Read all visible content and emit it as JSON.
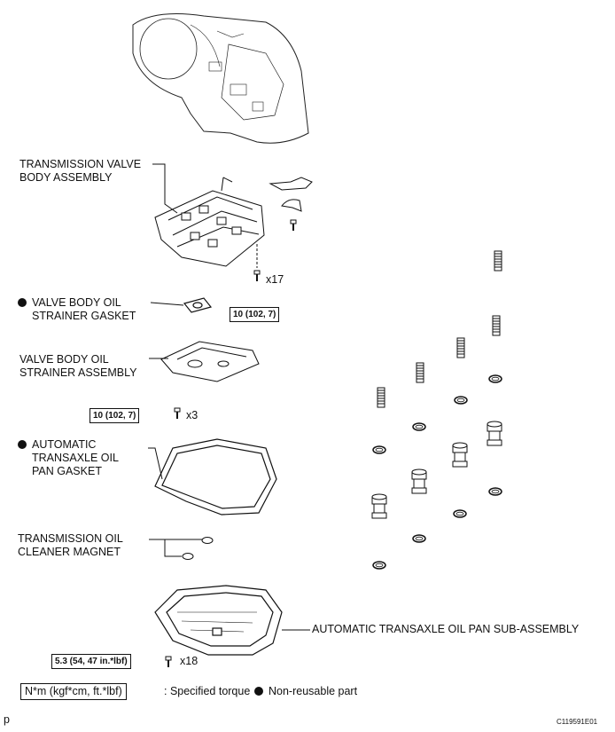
{
  "labels": {
    "valve_body": [
      "TRANSMISSION VALVE",
      "BODY ASSEMBLY"
    ],
    "strainer_gasket": [
      "VALVE BODY OIL",
      "STRAINER GASKET"
    ],
    "strainer_assembly": [
      "VALVE BODY OIL",
      "STRAINER ASSEMBLY"
    ],
    "pan_gasket": [
      "AUTOMATIC",
      "TRANSAXLE OIL",
      "PAN GASKET"
    ],
    "cleaner_magnet": [
      "TRANSMISSION OIL",
      "CLEANER MAGNET"
    ],
    "oil_pan": "AUTOMATIC TRANSAXLE OIL PAN SUB-ASSEMBLY"
  },
  "torque": {
    "valve_body_bolts": "10 (102, 7)",
    "strainer_bolts": "10 (102, 7)",
    "pan_bolts": "5.3 (54, 47 in.*lbf)"
  },
  "counts": {
    "valve_body_bolts": "x17",
    "strainer_bolts": "x3",
    "pan_bolts": "x18"
  },
  "legend": {
    "torque_unit": "N*m (kgf*cm, ft.*lbf)",
    "torque_text": ": Specified torque",
    "non_reusable": "Non-reusable part"
  },
  "footer": {
    "left_mark": "p",
    "figure_code": "C119591E01"
  },
  "colors": {
    "ink": "#111111",
    "background": "#ffffff"
  }
}
